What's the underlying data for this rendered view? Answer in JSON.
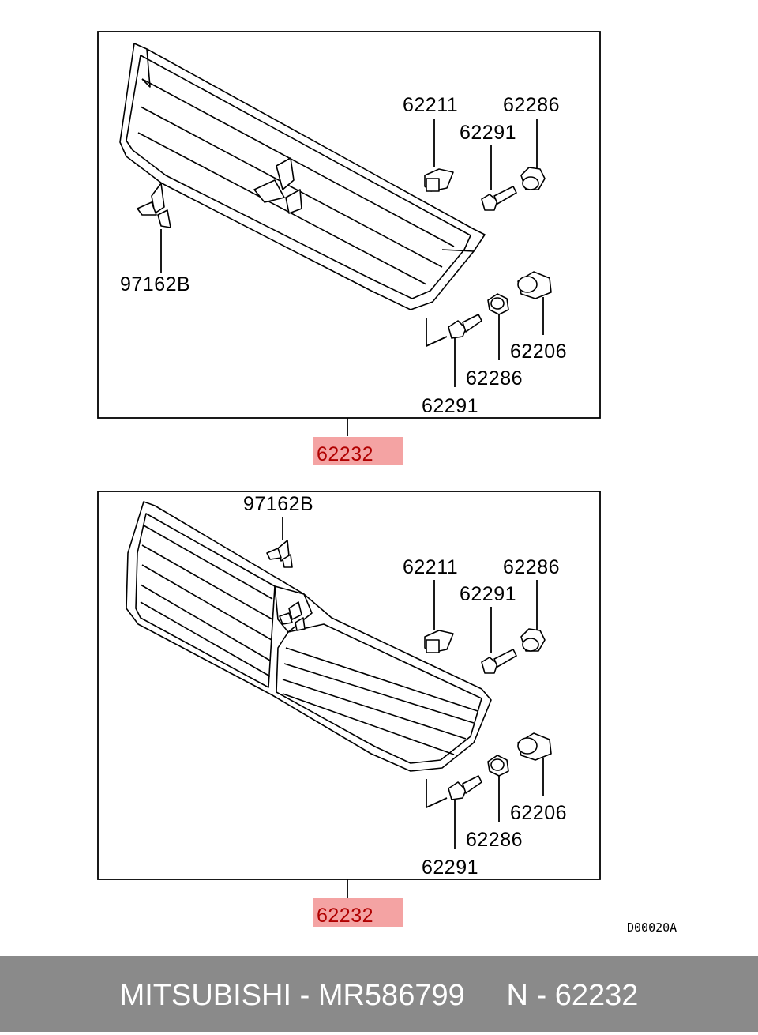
{
  "diagram": {
    "top_panel": {
      "labels": {
        "emblem": "97162B",
        "clip": "62211",
        "nut_top": "62286",
        "screw_top": "62291",
        "grommet": "62206",
        "nut_bottom": "62286",
        "screw_bottom": "62291"
      },
      "assembly_number": "62232"
    },
    "bottom_panel": {
      "labels": {
        "emblem": "97162B",
        "clip": "62211",
        "nut_top": "62286",
        "screw_top": "62291",
        "grommet": "62206",
        "nut_bottom": "62286",
        "screw_bottom": "62291"
      },
      "assembly_number": "62232"
    },
    "drawing_code": "D00020A",
    "highlight_color": "#f4a3a3"
  },
  "footer": {
    "text": "MITSUBISHI - MR586799     N - 62232"
  }
}
